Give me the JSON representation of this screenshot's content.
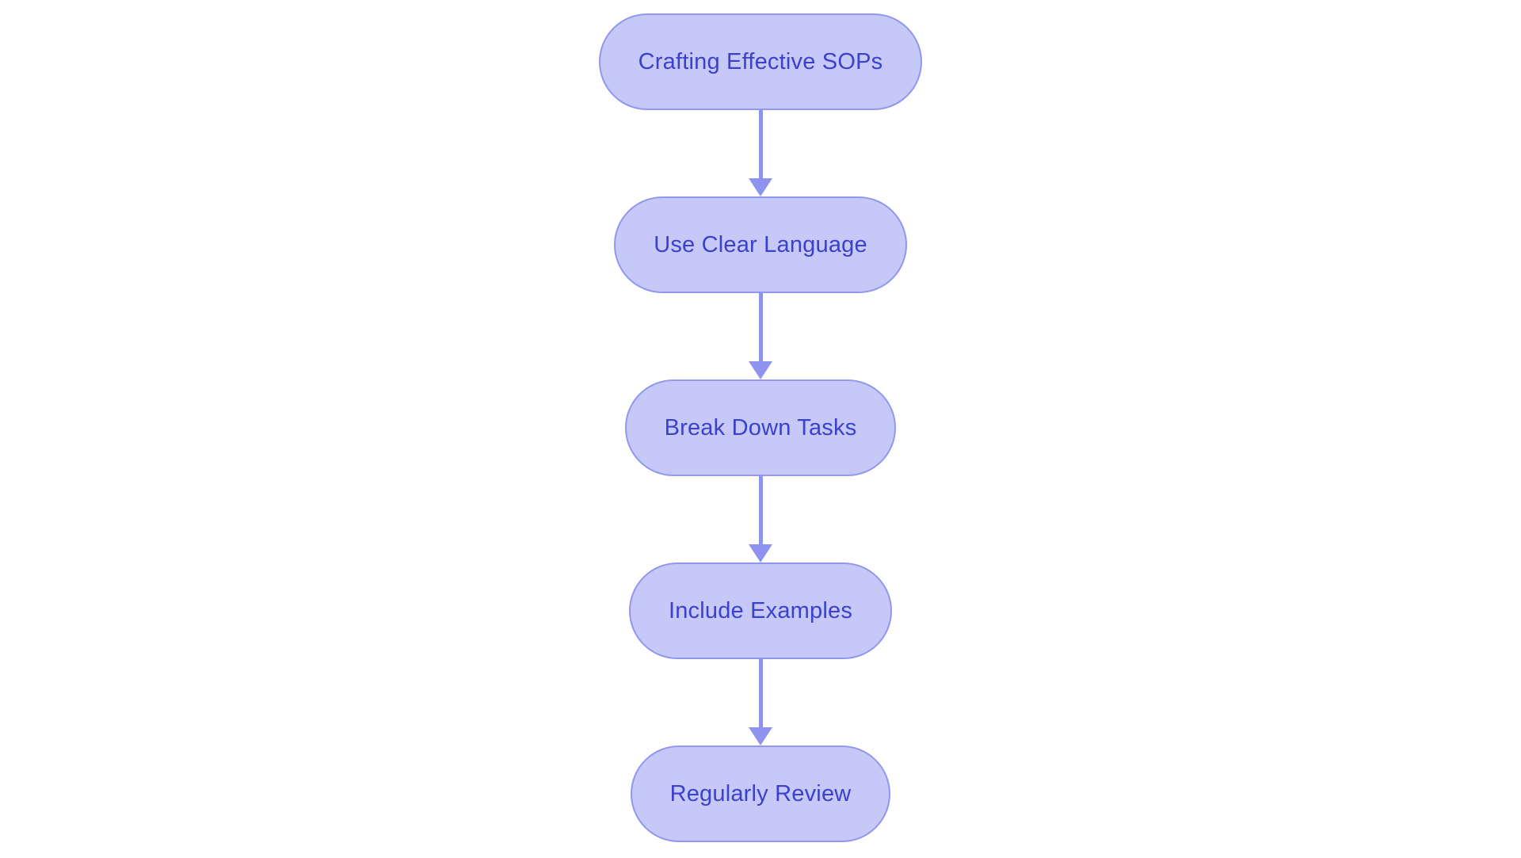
{
  "flowchart": {
    "type": "flowchart",
    "direction": "top-down",
    "nodes": [
      {
        "id": "n1",
        "label": "Crafting Effective SOPs"
      },
      {
        "id": "n2",
        "label": "Use Clear Language"
      },
      {
        "id": "n3",
        "label": "Break Down Tasks"
      },
      {
        "id": "n4",
        "label": "Include Examples"
      },
      {
        "id": "n5",
        "label": "Regularly Review"
      }
    ],
    "edges": [
      {
        "from": "n1",
        "to": "n2"
      },
      {
        "from": "n2",
        "to": "n3"
      },
      {
        "from": "n3",
        "to": "n4"
      },
      {
        "from": "n4",
        "to": "n5"
      }
    ]
  },
  "colors": {
    "background": "#ffffff",
    "node_fill": "#c6c9f8",
    "node_border": "#9197ee",
    "node_text": "#3c40cb",
    "arrow": "#8d93ee"
  }
}
